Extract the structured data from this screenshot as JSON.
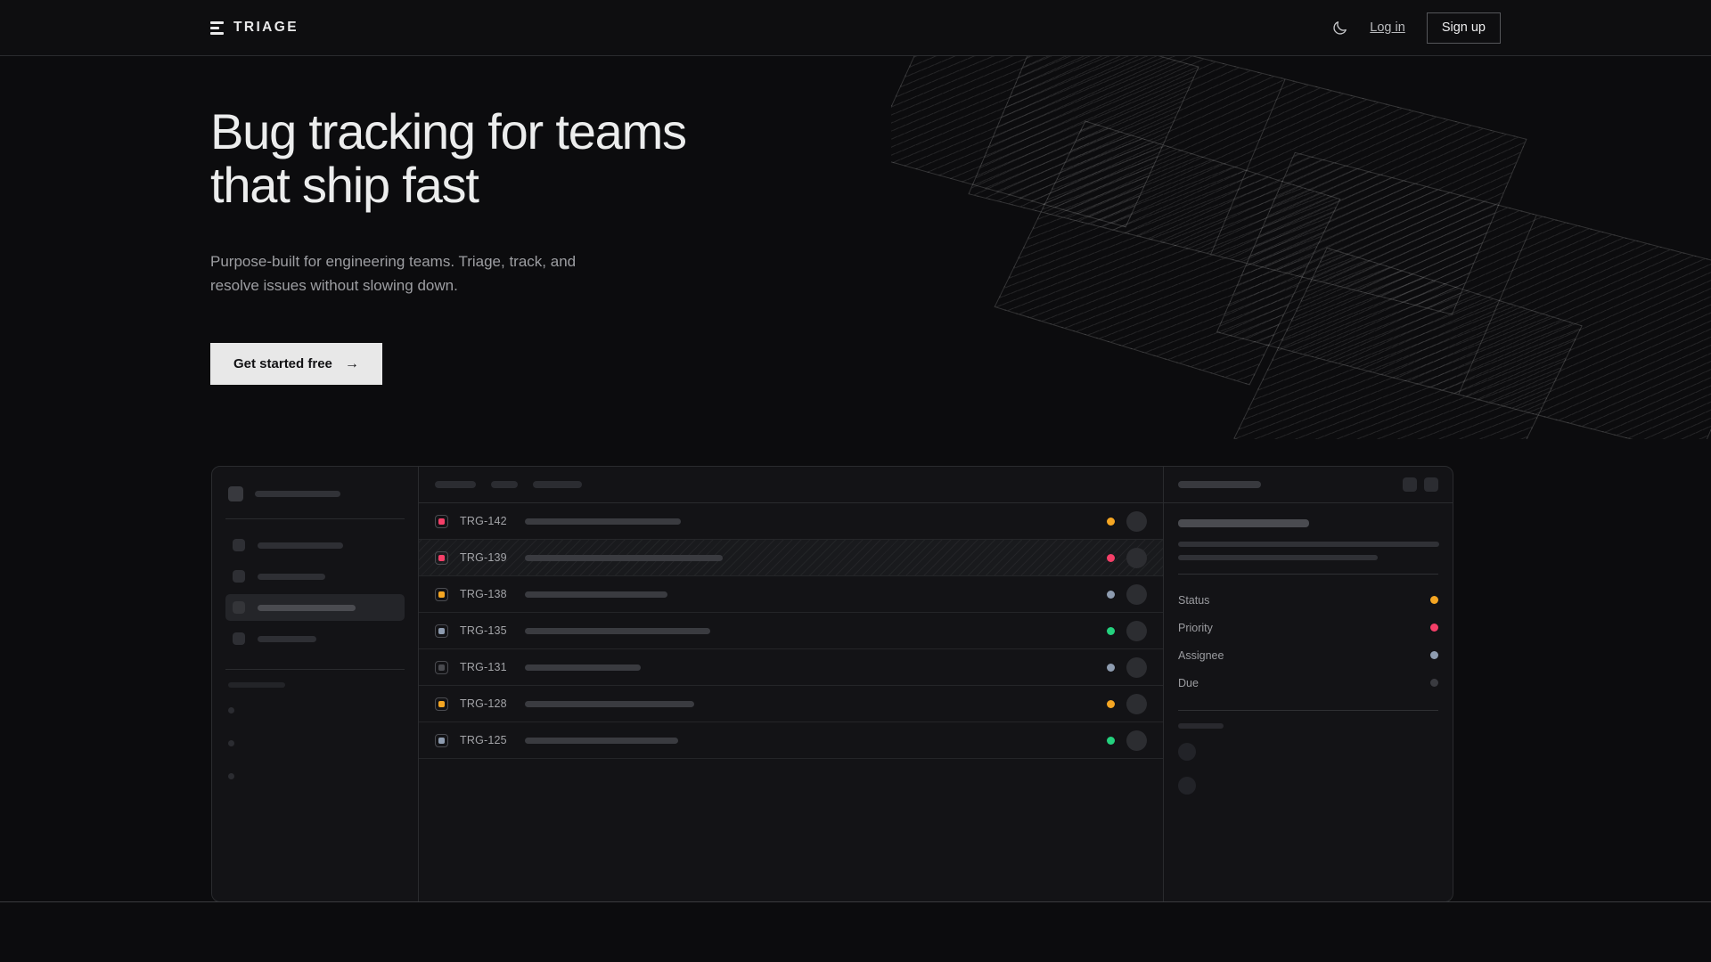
{
  "brand": {
    "name": "TRIAGE",
    "logo_icon": "bars-logo-icon"
  },
  "nav": {
    "theme_toggle_icon": "moon-icon",
    "login_label": "Log in",
    "signup_label": "Sign up"
  },
  "hero": {
    "headline": "Bug tracking for teams\nthat ship fast",
    "subcopy": "Purpose-built for engineering teams. Triage, track, and\nresolve issues without slowing down.",
    "cta_label": "Get started free",
    "cta_arrow": "→"
  },
  "colors": {
    "page_bg": "#0c0c0e",
    "nav_bg": "#0e0e10",
    "card_bg": "#131316",
    "border": "#2a2b2e",
    "text_primary": "#eceded",
    "text_muted": "#9d9ea2",
    "cta_bg": "#e8e8e8",
    "status_orange": "#f5a623",
    "status_pink": "#f43f68",
    "status_green": "#24d17e",
    "status_blue_grey": "#8e9cb0",
    "status_grey": "#3a3b40"
  },
  "mockup": {
    "sidebar": {
      "nav_items": [
        {
          "name": "nav-skeleton-1",
          "width": 96,
          "active": false
        },
        {
          "name": "nav-skeleton-2",
          "width": 76,
          "active": false
        },
        {
          "name": "nav-skeleton-3",
          "width": 110,
          "active": true
        },
        {
          "name": "nav-skeleton-4",
          "width": 66,
          "active": false
        }
      ],
      "sub_dots": 3
    },
    "list_toolbar_pills": [
      46,
      30,
      55
    ],
    "issues": [
      {
        "id": "TRG-142",
        "priority_color": "#f43f68",
        "title_width": 175,
        "status_color": "#f5a623",
        "selected": false
      },
      {
        "id": "TRG-139",
        "priority_color": "#f43f68",
        "title_width": 222,
        "status_color": "#f43f68",
        "selected": true
      },
      {
        "id": "TRG-138",
        "priority_color": "#f5a623",
        "title_width": 160,
        "status_color": "#8e9cb0",
        "selected": false
      },
      {
        "id": "TRG-135",
        "priority_color": "#8e9cb0",
        "title_width": 208,
        "status_color": "#24d17e",
        "selected": false
      },
      {
        "id": "TRG-131",
        "priority_color": "#4a4b50",
        "title_width": 130,
        "status_color": "#8e9cb0",
        "selected": false
      },
      {
        "id": "TRG-128",
        "priority_color": "#f5a623",
        "title_width": 190,
        "status_color": "#f5a623",
        "selected": false
      },
      {
        "id": "TRG-125",
        "priority_color": "#8e9cb0",
        "title_width": 172,
        "status_color": "#24d17e",
        "selected": false
      }
    ],
    "detail": {
      "header_actions": 2,
      "body_lines": [
        293,
        224
      ],
      "meta": [
        {
          "label": "Status",
          "color": "#f5a623"
        },
        {
          "label": "Priority",
          "color": "#f43f68"
        },
        {
          "label": "Assignee",
          "color": "#8e9cb0"
        },
        {
          "label": "Due",
          "color": "#3a3b40"
        }
      ],
      "activity_avatars": 2
    }
  }
}
